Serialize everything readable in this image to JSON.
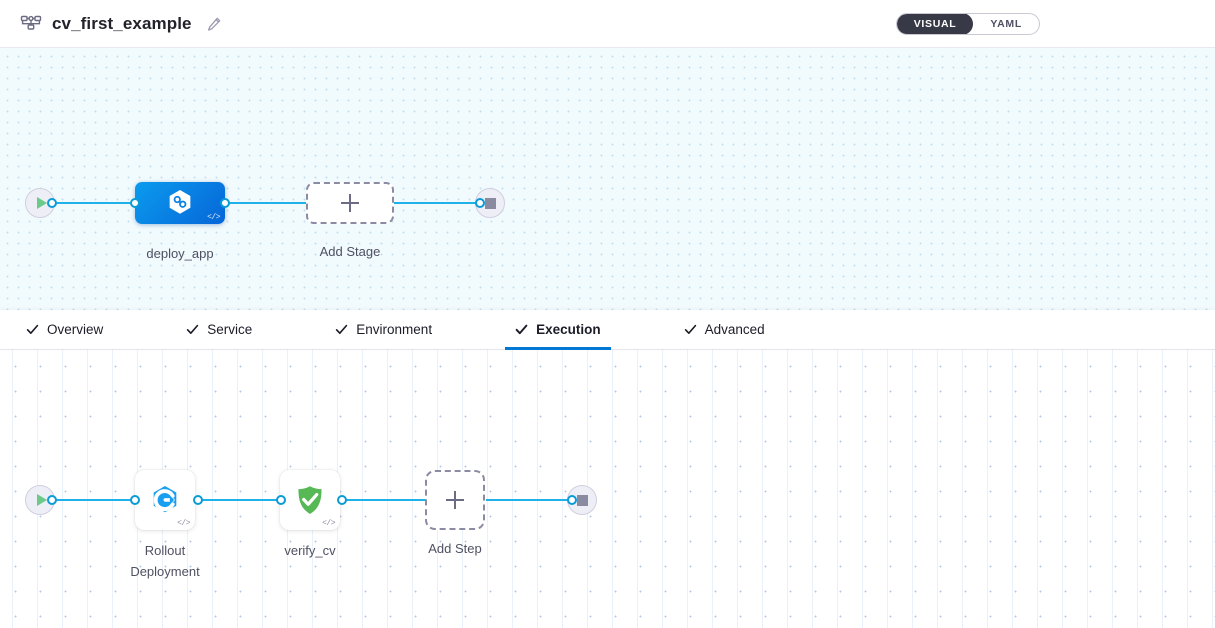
{
  "header": {
    "pipeline_icon": "pipeline-flow-icon",
    "title": "cv_first_example",
    "edit_icon": "pencil-edit-icon",
    "view_toggle": {
      "options": [
        "VISUAL",
        "YAML"
      ],
      "selected": "VISUAL"
    }
  },
  "stage_graph": {
    "start_node": {
      "name": "start-node",
      "icon": "play-icon"
    },
    "end_node": {
      "name": "end-node",
      "icon": "stop-icon"
    },
    "stages": [
      {
        "label": "deploy_app",
        "icon": "harness-hexagon-icon",
        "code_badge": "</>",
        "selected": true
      }
    ],
    "add_stage": {
      "label": "Add Stage",
      "icon": "plus-icon"
    }
  },
  "tabs": [
    {
      "label": "Overview",
      "check": true,
      "active": false
    },
    {
      "label": "Service",
      "check": true,
      "active": false
    },
    {
      "label": "Environment",
      "check": true,
      "active": false
    },
    {
      "label": "Execution",
      "check": true,
      "active": true
    },
    {
      "label": "Advanced",
      "check": true,
      "active": false
    }
  ],
  "step_graph": {
    "start_node": {
      "name": "start-node",
      "icon": "play-icon"
    },
    "end_node": {
      "name": "end-node",
      "icon": "stop-icon"
    },
    "steps": [
      {
        "label": "Rollout Deployment",
        "label_line1": "Rollout",
        "label_line2": "Deployment",
        "icon": "kubernetes-rollout-icon",
        "code_badge": "</>"
      },
      {
        "label": "verify_cv",
        "label_line1": "verify_cv",
        "label_line2": "",
        "icon": "green-shield-check-icon",
        "code_badge": "</>"
      }
    ],
    "add_step": {
      "label": "Add Step",
      "icon": "plus-icon"
    }
  },
  "colors": {
    "accent_blue": "#0278d5",
    "edge_blue": "#1fb2e8",
    "stage_blue": "#0b9bee",
    "verify_green": "#57b956",
    "toggle_dark": "#383946",
    "stage_canvas_bg": "#f1fafd"
  }
}
